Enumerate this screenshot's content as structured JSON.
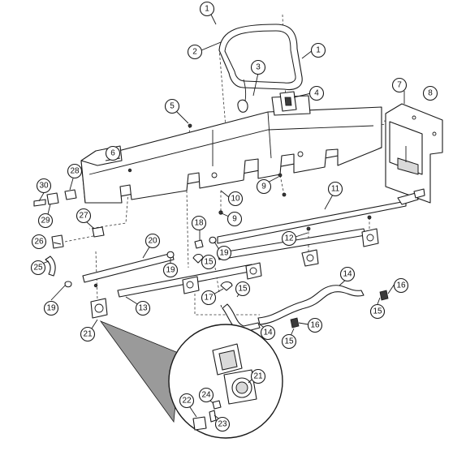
{
  "callouts": [
    {
      "id": "c1a",
      "label": "1"
    },
    {
      "id": "c1b",
      "label": "1"
    },
    {
      "id": "c2",
      "label": "2"
    },
    {
      "id": "c3",
      "label": "3"
    },
    {
      "id": "c4",
      "label": "4"
    },
    {
      "id": "c5",
      "label": "5"
    },
    {
      "id": "c6",
      "label": "6"
    },
    {
      "id": "c7",
      "label": "7"
    },
    {
      "id": "c8",
      "label": "8"
    },
    {
      "id": "c9a",
      "label": "9"
    },
    {
      "id": "c9b",
      "label": "9"
    },
    {
      "id": "c10",
      "label": "10"
    },
    {
      "id": "c11",
      "label": "11"
    },
    {
      "id": "c12",
      "label": "12"
    },
    {
      "id": "c13",
      "label": "13"
    },
    {
      "id": "c14a",
      "label": "14"
    },
    {
      "id": "c14b",
      "label": "14"
    },
    {
      "id": "c15a",
      "label": "15"
    },
    {
      "id": "c15b",
      "label": "15"
    },
    {
      "id": "c15c",
      "label": "15"
    },
    {
      "id": "c15d",
      "label": "15"
    },
    {
      "id": "c16a",
      "label": "16"
    },
    {
      "id": "c16b",
      "label": "16"
    },
    {
      "id": "c17",
      "label": "17"
    },
    {
      "id": "c18",
      "label": "18"
    },
    {
      "id": "c19a",
      "label": "19"
    },
    {
      "id": "c19b",
      "label": "19"
    },
    {
      "id": "c19c",
      "label": "19"
    },
    {
      "id": "c20",
      "label": "20"
    },
    {
      "id": "c21a",
      "label": "21"
    },
    {
      "id": "c21b",
      "label": "21"
    },
    {
      "id": "c22",
      "label": "22"
    },
    {
      "id": "c23",
      "label": "23"
    },
    {
      "id": "c24",
      "label": "24"
    },
    {
      "id": "c25",
      "label": "25"
    },
    {
      "id": "c26",
      "label": "26"
    },
    {
      "id": "c27",
      "label": "27"
    },
    {
      "id": "c28",
      "label": "28"
    },
    {
      "id": "c29",
      "label": "29"
    },
    {
      "id": "c30",
      "label": "30"
    }
  ]
}
